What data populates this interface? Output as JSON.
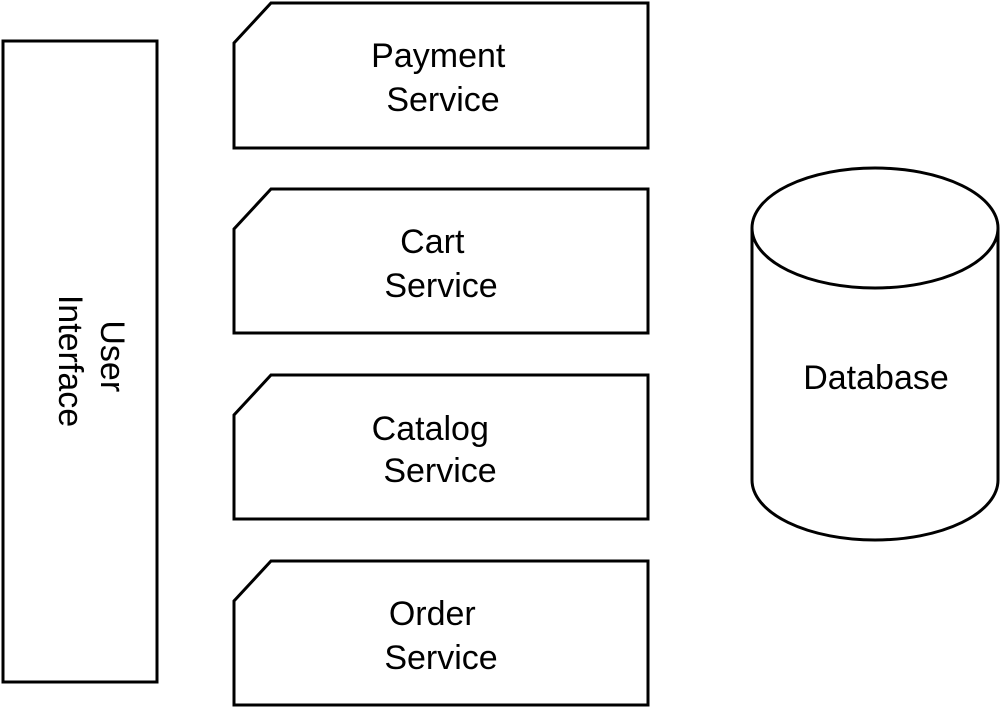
{
  "diagram": {
    "user_interface": {
      "line1": "User",
      "line2": "Interface"
    },
    "services": [
      {
        "line1": "Payment",
        "line2": "Service"
      },
      {
        "line1": "Cart",
        "line2": "Service"
      },
      {
        "line1": "Catalog",
        "line2": "Service"
      },
      {
        "line1": "Order",
        "line2": "Service"
      }
    ],
    "database": {
      "label": "Database"
    },
    "colors": {
      "stroke": "#000000",
      "fill": "#ffffff"
    }
  }
}
